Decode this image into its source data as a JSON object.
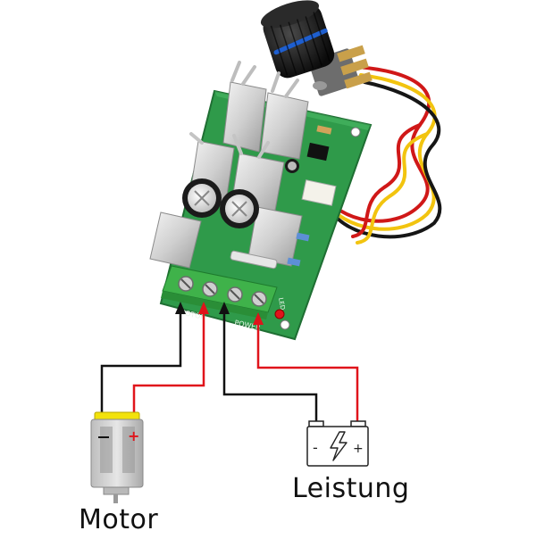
{
  "diagram": {
    "motor_label": "Motor",
    "power_label": "Leistung",
    "motor_plus": "+",
    "battery_minus": "-",
    "battery_plus": "+",
    "pcb_motor_text": "MOTOR",
    "pcb_power_text": "POWER",
    "pcb_led_text": "LED",
    "wire_colors": {
      "positive": "#e0141b",
      "negative": "#111111",
      "signal": "#f2c40f"
    },
    "board_color": "#2f9a4a",
    "terminal_color": "#3fb24a"
  }
}
